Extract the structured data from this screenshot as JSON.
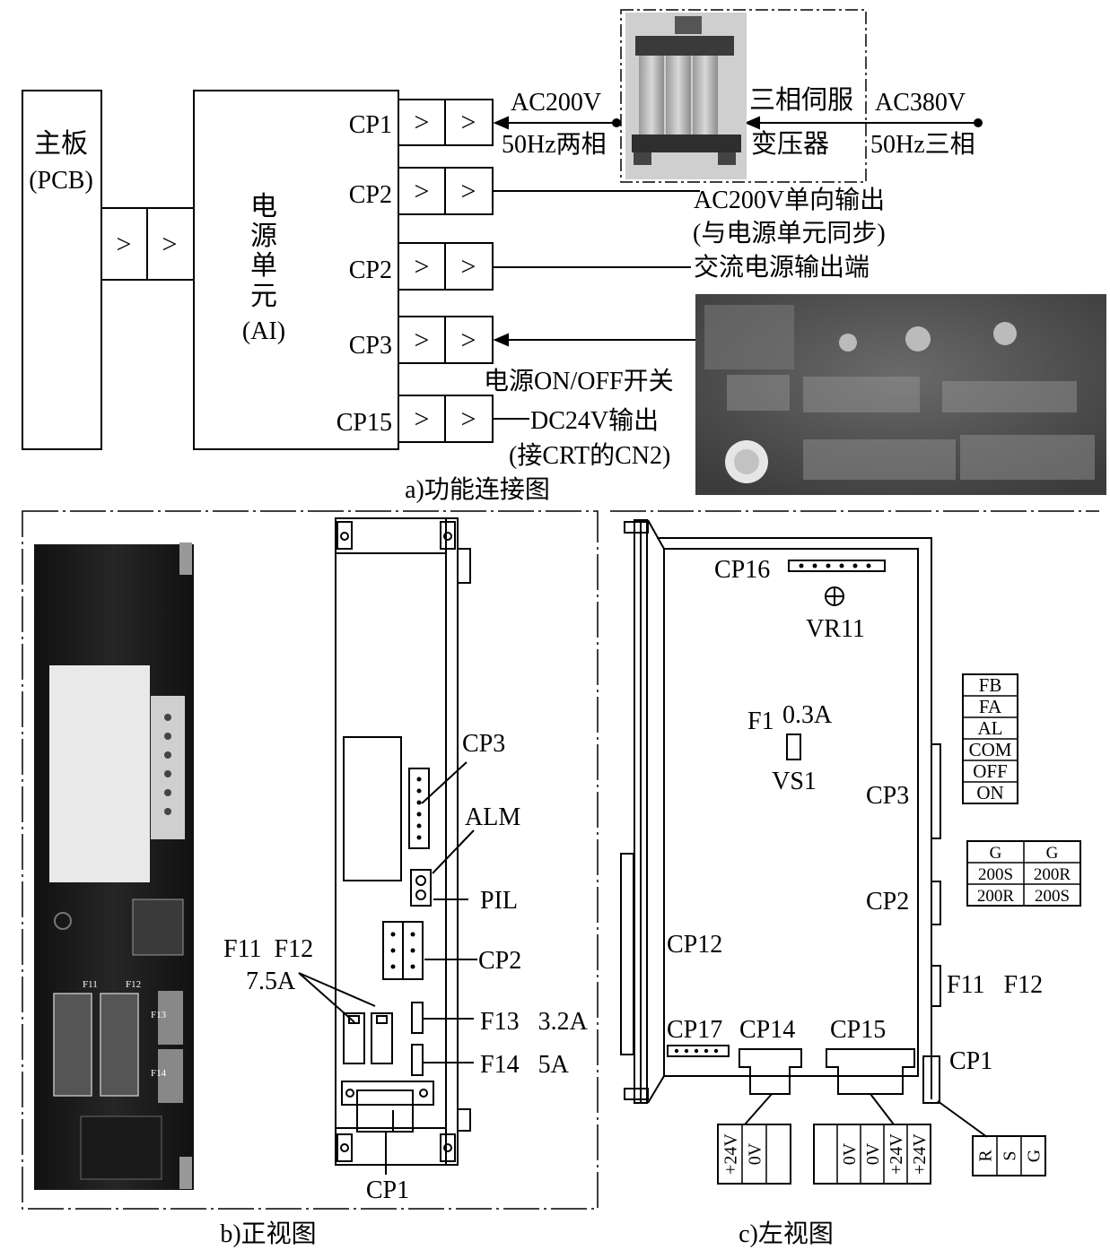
{
  "part_a": {
    "caption": "a)功能连接图",
    "pcb_label_1": "主板",
    "pcb_label_2": "(PCB)",
    "psu_chars": [
      "电",
      "源",
      "单",
      "元"
    ],
    "psu_sub": "(AI)",
    "connector_glyph": ">",
    "ports": [
      "CP1",
      "CP2",
      "CP2",
      "CP3",
      "CP15"
    ],
    "cp1_in_1": "AC200V",
    "cp1_in_2": "50Hz两相",
    "transformer_1": "三相伺服",
    "transformer_2": "变压器",
    "mains_1": "AC380V",
    "mains_2": "50Hz三相",
    "cp2a_out_1": "AC200V单向输出",
    "cp2a_out_2": "(与电源单元同步)",
    "cp2b_out": "交流电源输出端",
    "cp3_label": "电源ON/OFF开关",
    "cp15_out_1": "DC24V输出",
    "cp15_out_2": "(接CRT的CN2)"
  },
  "part_b": {
    "caption": "b)正视图",
    "cp3": "CP3",
    "alm": "ALM",
    "pil": "PIL",
    "cp2": "CP2",
    "f11_f12": "F11  F12",
    "f11_rating": "7.5A",
    "f13": "F13   3.2A",
    "f14": "F14   5A",
    "cp1": "CP1",
    "photo_fuse_1": "F11",
    "photo_fuse_2": "F12",
    "photo_fuse_3": "F13",
    "photo_fuse_4": "F14"
  },
  "part_c": {
    "caption": "c)左视图",
    "cp16": "CP16",
    "vr11": "VR11",
    "f1": "F1",
    "f1_rating": "0.3A",
    "vs1": "VS1",
    "cp3": "CP3",
    "cp2": "CP2",
    "cp12": "CP12",
    "f11_f12": "F11   F12",
    "cp17": "CP17",
    "cp14": "CP14",
    "cp15": "CP15",
    "cp1": "CP1",
    "cp3_pins": [
      "FB",
      "FA",
      "AL",
      "COM",
      "OFF",
      "ON"
    ],
    "cp2_pins": [
      [
        "G",
        "G"
      ],
      [
        "200S",
        "200R"
      ],
      [
        "200R",
        "200S"
      ]
    ],
    "cp14_pins": [
      "+24V",
      "0V",
      ""
    ],
    "cp15_pins": [
      "",
      "0V",
      "0V",
      "+24V",
      "+24V"
    ],
    "cp1_pins": [
      "R",
      "S",
      "G"
    ]
  }
}
